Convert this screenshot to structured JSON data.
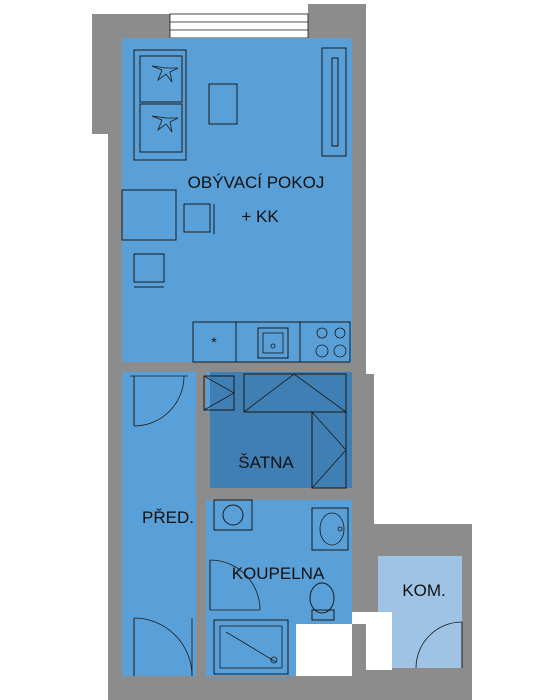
{
  "rooms": {
    "living": {
      "label_line1": "OBÝVACÍ POKOJ",
      "label_line2": "+ KK"
    },
    "wardrobe": {
      "label": "ŠATNA"
    },
    "hall": {
      "label": "PŘED."
    },
    "bathroom": {
      "label": "KOUPELNA"
    },
    "storage": {
      "label": "KOM."
    }
  },
  "colors": {
    "room_fill": "#5aa0d8",
    "wardrobe_fill": "#3f7fb3",
    "storage_fill": "#9ec3e4",
    "wall": "#8c8c8c",
    "outline": "#1a1a1a"
  }
}
